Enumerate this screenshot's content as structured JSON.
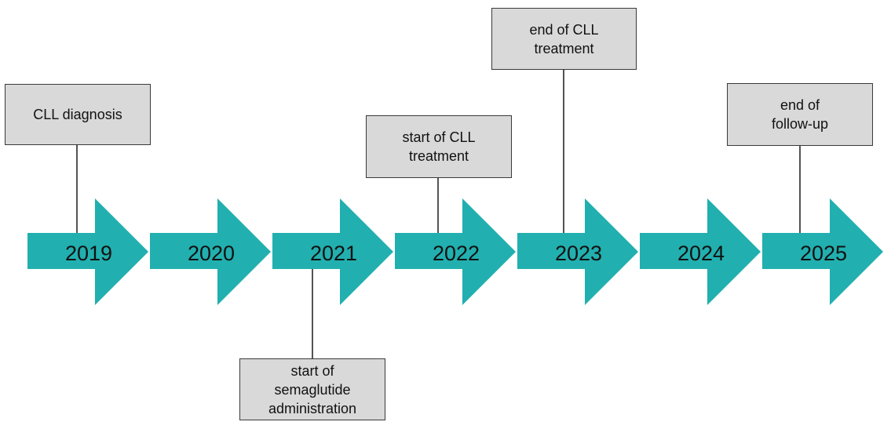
{
  "timeline": {
    "accent_color": "#22AFAF",
    "box_color": "#D9D9D9",
    "years": [
      "2019",
      "2020",
      "2021",
      "2022",
      "2023",
      "2024",
      "2025"
    ],
    "events": [
      {
        "id": "cll-diagnosis",
        "label": "CLL diagnosis",
        "year": "2019",
        "side": "above"
      },
      {
        "id": "start-semaglutide",
        "label": "start of\nsemaglutide\nadministration",
        "year": "2021",
        "side": "below"
      },
      {
        "id": "start-cll-treatment",
        "label": "start of CLL\ntreatment",
        "year": "2022",
        "side": "above"
      },
      {
        "id": "end-cll-treatment",
        "label": "end of CLL\ntreatment",
        "year": "2023",
        "side": "above"
      },
      {
        "id": "end-follow-up",
        "label": "end of\nfollow-up",
        "year": "2025",
        "side": "above"
      }
    ]
  }
}
